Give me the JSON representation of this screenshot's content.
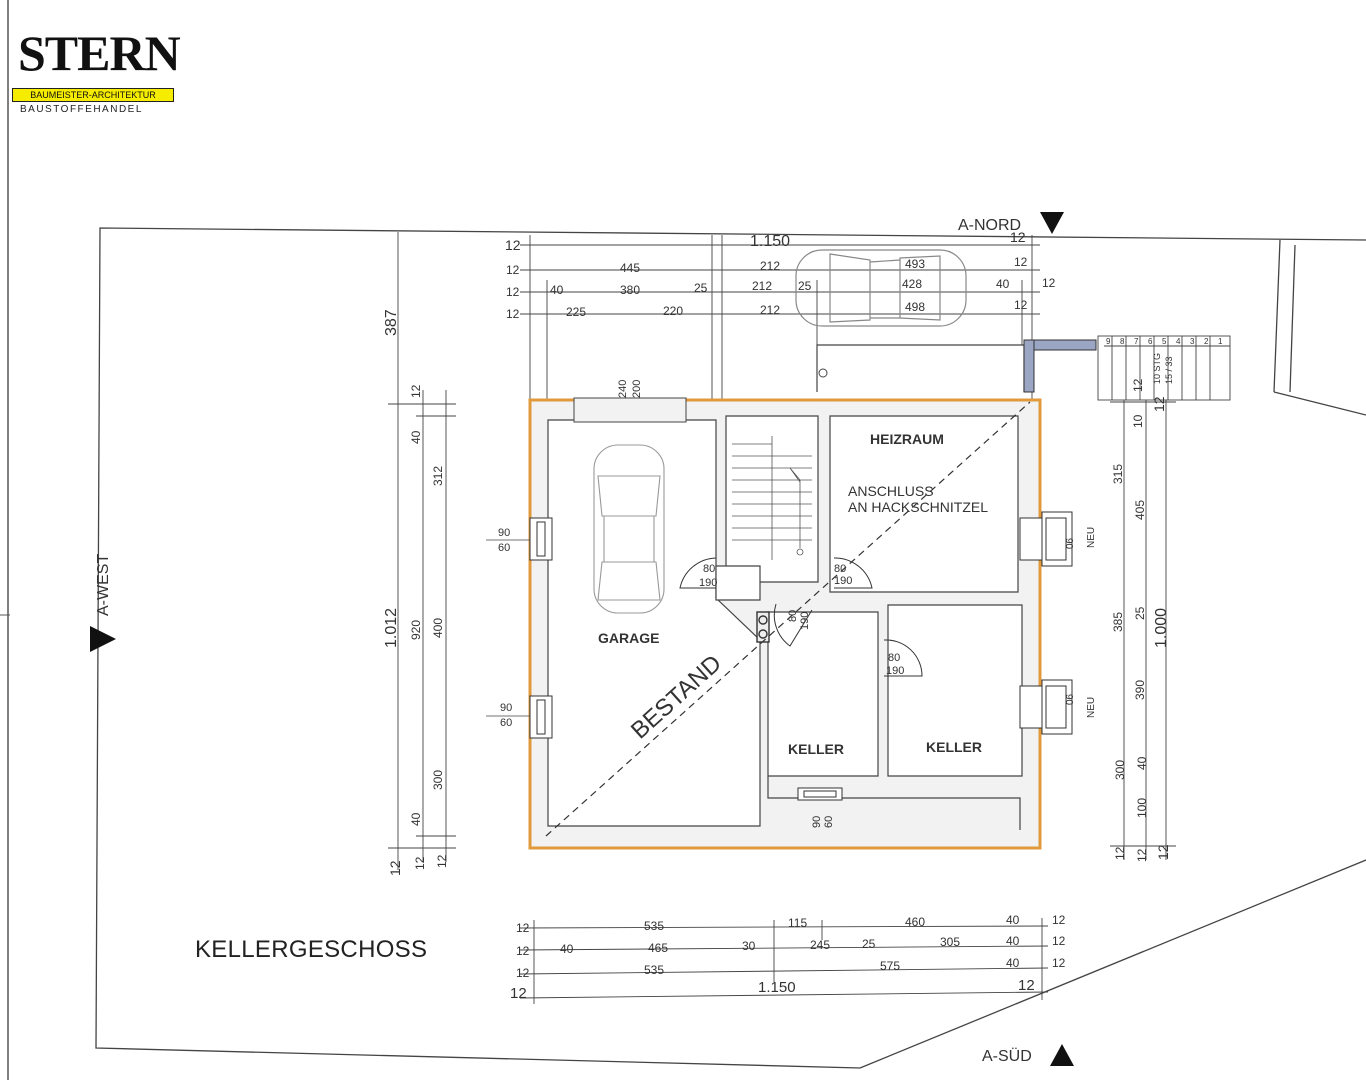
{
  "logo": {
    "wordmark": "STERN",
    "tagline": "BAUMEISTER-ARCHITEKTUR",
    "subline": "BAUSTOFFEHANDEL",
    "band_color": "#f6ec00"
  },
  "sheet": {
    "title": "KELLERGESCHOSS"
  },
  "orientation": {
    "north": "A-NORD",
    "west": "A-WEST",
    "south": "A-SÜD"
  },
  "stamp": "BESTAND",
  "rooms": {
    "garage": "GARAGE",
    "heizraum": "HEIZRAUM",
    "heizraum_note_1": "ANSCHLUSS",
    "heizraum_note_2": "AN HACKSCHNITZEL",
    "keller_left": "KELLER",
    "keller_right": "KELLER"
  },
  "stair_labels": [
    "9",
    "8",
    "7",
    "6",
    "5",
    "4",
    "3",
    "2",
    "1"
  ],
  "stair_note_1": "10 STG",
  "stair_note_2": "15 / 33",
  "colors": {
    "existing_wall": "#e09a3c",
    "wall_fill": "#f2f2f2",
    "new_wall": "#9aa6c4"
  },
  "dims": {
    "top": {
      "r1": [
        "12",
        "1.150",
        "12"
      ],
      "r2": [
        "12",
        "445",
        "212",
        "493",
        "12"
      ],
      "r3": [
        "12",
        "40",
        "380",
        "25",
        "212",
        "25",
        "428",
        "40",
        "12"
      ],
      "r4": [
        "12",
        "225",
        "220",
        "212",
        "498",
        "12"
      ]
    },
    "bottom": {
      "r1": [
        "12",
        "535",
        "115",
        "460",
        "40",
        "12"
      ],
      "r2": [
        "12",
        "40",
        "465",
        "30",
        "245",
        "25",
        "305",
        "40",
        "12"
      ],
      "r3": [
        "12",
        "535",
        "575",
        "40",
        "12"
      ],
      "r4": [
        "12",
        "1.150",
        "12"
      ]
    },
    "left": [
      "387",
      "1.012",
      "12",
      "40",
      "312",
      "920",
      "400",
      "300",
      "40",
      "12",
      "12",
      "12"
    ],
    "right": [
      "12",
      "10",
      "12",
      "315",
      "405",
      "385",
      "25",
      "390",
      "1.000",
      "300",
      "40",
      "100",
      "12",
      "12",
      "12"
    ],
    "openings": {
      "gate_top_a": "240",
      "gate_top_b": "200",
      "win_w1_a": "90",
      "win_w1_b": "60",
      "win_w2_a": "90",
      "win_w2_b": "60",
      "door1_a": "80",
      "door1_b": "190",
      "door2_a": "80",
      "door2_b": "190",
      "door3_a": "80",
      "door3_b": "190",
      "door4_a": "80",
      "door4_b": "190",
      "win_s_a": "90",
      "win_s_b": "60",
      "win_e1": "90",
      "win_e2": "90",
      "neu": "NEU"
    }
  }
}
